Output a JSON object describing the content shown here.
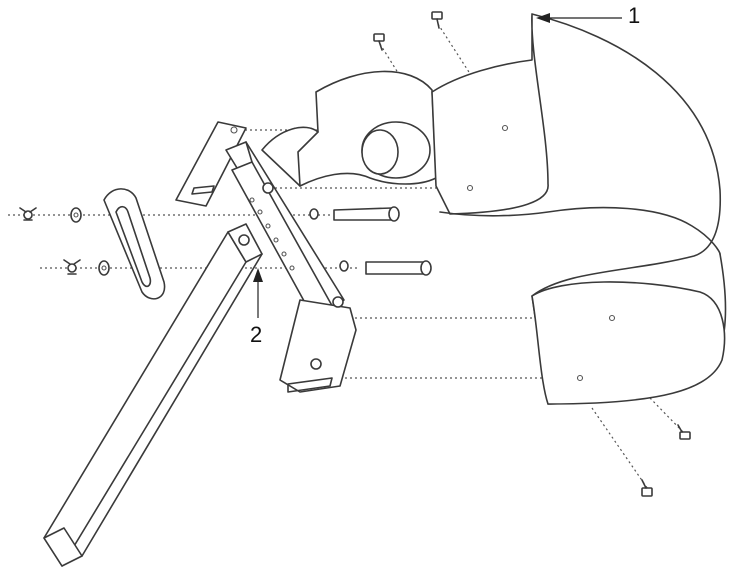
{
  "callouts": [
    {
      "id": "1",
      "label": "1"
    },
    {
      "id": "2",
      "label": "2"
    }
  ],
  "colors": {
    "line": "#3a3a3a",
    "background": "#ffffff"
  }
}
